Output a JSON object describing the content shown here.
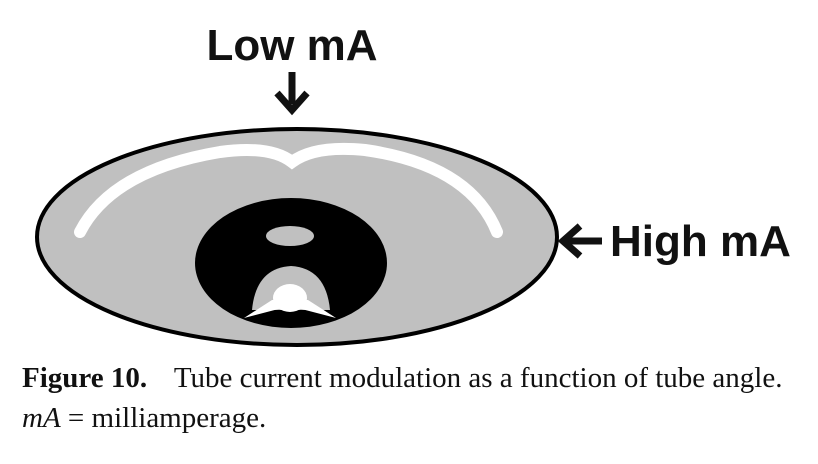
{
  "diagram": {
    "label_low": "Low mA",
    "label_high": "High mA",
    "colors": {
      "body": "#c0c0c0",
      "outline": "#000000",
      "inner": "#000000",
      "highlight": "#ffffff"
    }
  },
  "caption": {
    "label": "Figure 10.",
    "text_1": "Tube current modulation as a function of tube angle.",
    "math": "mA",
    "text_2": "= milliamperage."
  }
}
